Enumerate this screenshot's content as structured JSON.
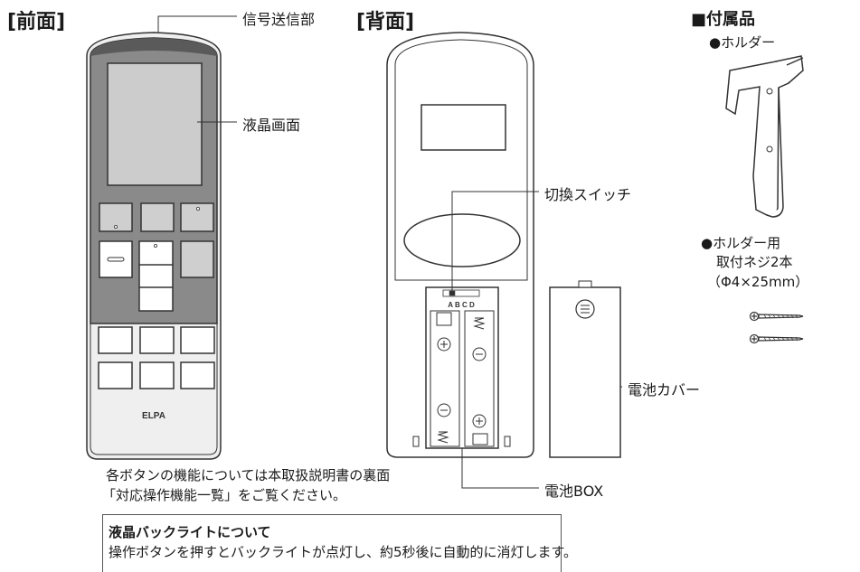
{
  "headings": {
    "front": "[前面]",
    "back": "[背面]",
    "accessories": "■付属品"
  },
  "labels": {
    "signal_transmitter": "信号送信部",
    "lcd_screen": "液晶画面",
    "switch": "切換スイッチ",
    "battery_cover": "電池カバー",
    "battery_box": "電池BOX",
    "holder": "●ホルダー",
    "screws_line1": "●ホルダー用",
    "screws_line2": "取付ネジ2本",
    "screws_line3": "（Φ4×25mm）"
  },
  "remote": {
    "brand": "ELPA",
    "switch_letters": "A B C D"
  },
  "notes": {
    "line1": "各ボタンの機能については本取扱説明書の裏面",
    "line2": "「対応操作機能一覧」をご覧ください。"
  },
  "backlight": {
    "title": "液晶バックライトについて",
    "body": "操作ボタンを押すとバックライトが点灯し、約5秒後に自動的に消灯します。"
  },
  "colors": {
    "panel_gray": "#8a8a8a",
    "body_light": "#efefef",
    "button_gray": "#cfcfcf",
    "outline": "#333333"
  }
}
